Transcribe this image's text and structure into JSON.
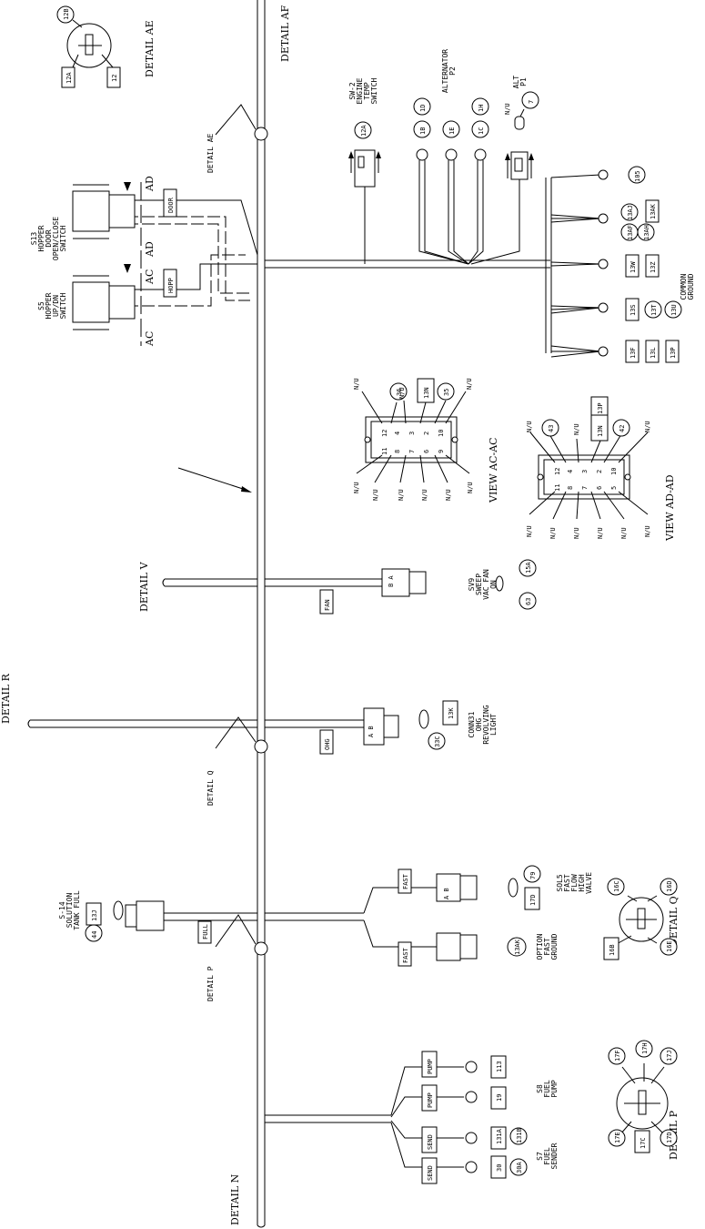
{
  "details": {
    "ae": "DETAIL AE",
    "af": "DETAIL AF",
    "v": "DETAIL V",
    "r": "DETAIL R",
    "q": "DETAIL Q",
    "p": "DETAIL P",
    "n": "DETAIL N"
  },
  "detail_ae": {
    "circle": "12B",
    "boxes": [
      "12A",
      "12"
    ]
  },
  "detail_q": {
    "circles": [
      "16C",
      "16D",
      "16E"
    ],
    "box": "16B"
  },
  "detail_p": {
    "circles": [
      "17F",
      "17H",
      "17J",
      "17E",
      "17D"
    ],
    "box": "17C"
  },
  "section_marks": {
    "ad": "AD",
    "ac": "AC"
  },
  "switches": {
    "s13": {
      "lines": [
        "S13",
        "HOPPER",
        "DOOR",
        "OPEN/CLOSE",
        "SWITCH"
      ],
      "tag": "DOOR"
    },
    "s5": {
      "lines": [
        "S5",
        "HOPPER",
        "UP/DN",
        "SWITCH"
      ],
      "tag": "HOPP"
    },
    "sw2": {
      "lines": [
        "SW-2",
        "ENGINE",
        "TEMP",
        "SWITCH"
      ],
      "circle": "12A"
    }
  },
  "alternator": {
    "lines": [
      "ALTERNATOR",
      "P2"
    ],
    "circles": [
      "1B",
      "1D",
      "1E",
      "1C",
      "1H"
    ],
    "alt_p1": [
      "ALT",
      "P1"
    ],
    "nu": "N/U",
    "seven": "7"
  },
  "common_ground": {
    "lines": [
      "COMMON",
      "GROUND"
    ],
    "circle": "105",
    "row1": [
      "13AJ",
      "13AK",
      "13AF",
      "13AH"
    ],
    "row2": [
      "13W",
      "13Z"
    ],
    "row3": [
      "13S",
      "13T",
      "13U"
    ],
    "row4": [
      "13F",
      "13L",
      "13P"
    ]
  },
  "view_ac": {
    "title": "VIEW AC-AC",
    "nu": "N/U",
    "top": [
      "36",
      "13N",
      "35"
    ],
    "pins_top": [
      "12",
      "4",
      "3",
      "2",
      "10"
    ],
    "pins_bot": [
      "11",
      "8",
      "7",
      "6",
      "9"
    ]
  },
  "view_ad": {
    "title": "VIEW AD-AD",
    "nu": "N/U",
    "top": [
      "43",
      "13N",
      "13P",
      "42"
    ],
    "pins_top": [
      "12",
      "4",
      "3",
      "2",
      "10"
    ],
    "pins_bot": [
      "11",
      "8",
      "7",
      "6",
      "5"
    ]
  },
  "sv9": {
    "lines": [
      "SV9",
      "SWEEP",
      "VAC FAN",
      "ON"
    ],
    "circles": [
      "15A",
      "63"
    ],
    "tag": "FAN",
    "pins": "B A"
  },
  "conn31": {
    "lines": [
      "CONN31",
      "OHG",
      "REVOLVING",
      "LIGHT"
    ],
    "box": "13K",
    "circle": "33C",
    "tag": "OHG",
    "pins": "A B"
  },
  "s14": {
    "lines": [
      "S-14",
      "SOLUTION",
      "TANK FULL"
    ],
    "box": "13J",
    "circle": "44",
    "tag": "FULL"
  },
  "sol5": {
    "lines": [
      "SOL5",
      "FAST",
      "FLOW",
      "HIGH",
      "VALVE"
    ],
    "circle": "79",
    "box": "17D",
    "tag": "FAST",
    "pins": "A B"
  },
  "option": {
    "lines": [
      "OPTION",
      "FAST",
      "GROUND"
    ],
    "circle": "13AK",
    "tag": "FAST"
  },
  "s8": {
    "lines": [
      "S8",
      "FUEL",
      "PUMP"
    ],
    "tag": "PUMP",
    "boxes": [
      "113",
      "19"
    ]
  },
  "s7": {
    "lines": [
      "S7",
      "FUEL",
      "SENDER"
    ],
    "tag": "SEND",
    "boxes": [
      "131A",
      "131B",
      "30",
      "30A"
    ]
  }
}
